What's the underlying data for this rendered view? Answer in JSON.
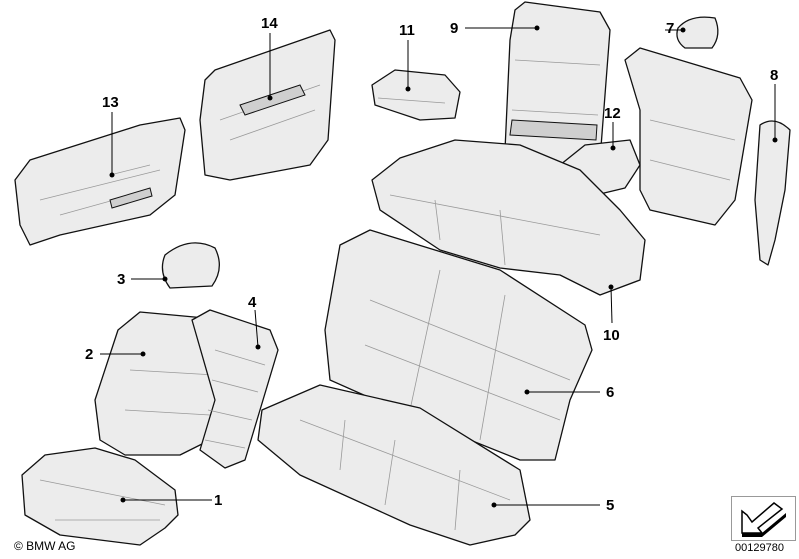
{
  "callouts": [
    "1",
    "2",
    "3",
    "4",
    "5",
    "6",
    "7",
    "8",
    "9",
    "10",
    "11",
    "12",
    "13",
    "14"
  ],
  "copyright": "© BMW AG",
  "diagram_id": "00129780",
  "nav_icon": "arrow-down-left-icon"
}
